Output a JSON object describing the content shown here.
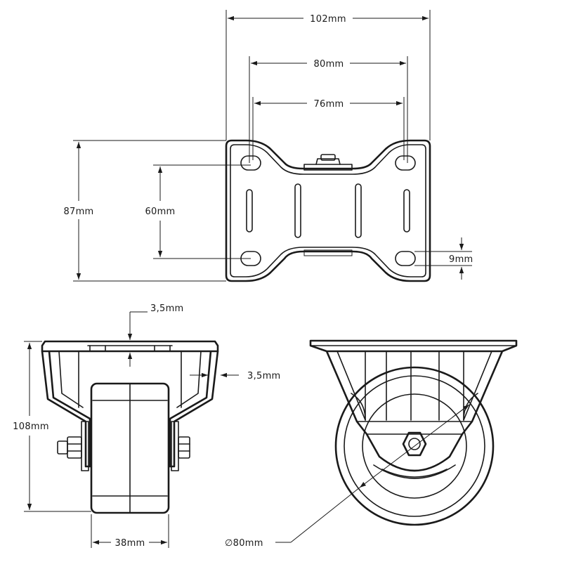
{
  "dimensions": {
    "plate_width": "102mm",
    "hole_spacing_x": "80mm",
    "inner_spacing_x": "76mm",
    "plate_height": "87mm",
    "hole_spacing_y": "60mm",
    "hole_diameter": "9mm",
    "plate_thickness": "3,5mm",
    "bracket_thickness": "3,5mm",
    "total_height": "108mm",
    "wheel_width": "38mm",
    "wheel_diameter": "∅80mm"
  },
  "colors": {
    "line": "#1a1a1a",
    "background": "#ffffff"
  }
}
